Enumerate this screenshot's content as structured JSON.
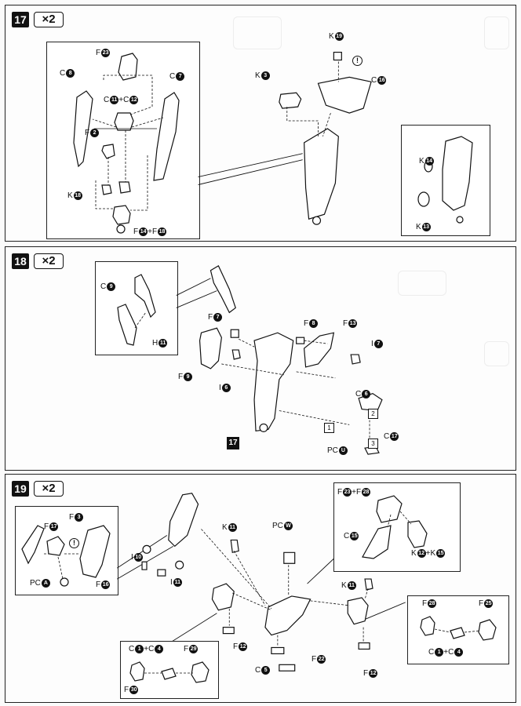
{
  "step17": {
    "number": "17",
    "multiplier": "×2",
    "labels": {
      "f23": "F",
      "f23n": "23",
      "c8": "C",
      "c8n": "8",
      "c7": "C",
      "c7n": "7",
      "c11c12": "C",
      "c11": "11",
      "plus1": "+C",
      "c12": "12",
      "f2": "F",
      "f2n": "2",
      "k18l": "K",
      "k18ln": "18",
      "f14f18": "F",
      "f14": "14",
      "plus2": "+F",
      "f18": "18",
      "k19": "K",
      "k19n": "19",
      "k3": "K",
      "k3n": "3",
      "c16": "C",
      "c16n": "16",
      "k14": "K",
      "k14n": "14",
      "k13": "K",
      "k13n": "13"
    }
  },
  "step18": {
    "number": "18",
    "multiplier": "×2",
    "labels": {
      "c9": "C",
      "c9n": "9",
      "h11": "H",
      "h11n": "11",
      "f7": "F",
      "f7n": "7",
      "f9": "F",
      "f9n": "9",
      "i6": "I",
      "i6n": "6",
      "f8": "F",
      "f8n": "8",
      "f13": "F",
      "f13n": "13",
      "i7": "I",
      "i7n": "7",
      "c6": "C",
      "c6n": "6",
      "pc": "PC",
      "pcn": "U",
      "c17": "C",
      "c17n": "17",
      "seq1": "1",
      "seq2": "2",
      "seq3": "3",
      "ref17": "17"
    }
  },
  "step19": {
    "number": "19",
    "multiplier": "×2",
    "labels": {
      "f17": "F",
      "f17n": "17",
      "f3": "F",
      "f3n": "3",
      "pca": "PC",
      "pcan": "A",
      "f16": "F",
      "f16n": "16",
      "i10": "I",
      "i10n": "10",
      "i11": "I",
      "i11n": "11",
      "k11": "K",
      "k11n": "11",
      "pcw": "PC",
      "pcwn": "W",
      "f12a": "F",
      "f12an": "12",
      "c5": "C",
      "c5n": "5",
      "f22": "F",
      "f22n": "22",
      "c1c4a": "C",
      "c1a": "1",
      "plus3": "+C",
      "c4a": "4",
      "f29": "F",
      "f29n": "29",
      "f30": "F",
      "f30n": "30",
      "f23f28": "F",
      "f23b": "23",
      "plus4": "+F",
      "f28a": "28",
      "c15": "C",
      "c15n": "15",
      "k12k15": "K",
      "k12": "12",
      "plus5": "+K",
      "k15": "15",
      "k11b": "K",
      "k11bn": "11",
      "f12b": "F",
      "f12bn": "12",
      "f28b": "F",
      "f28bn": "28",
      "f25": "F",
      "f25n": "25",
      "c1c4b": "C",
      "c1b": "1",
      "plus6": "+C",
      "c4b": "4"
    }
  }
}
